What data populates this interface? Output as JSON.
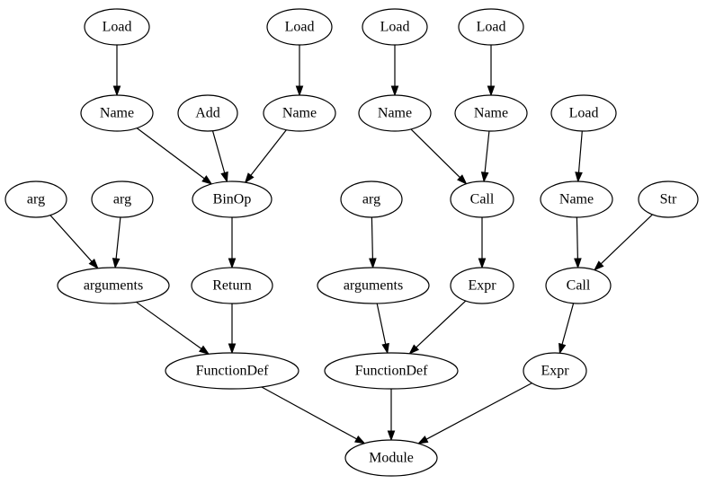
{
  "nodes": [
    {
      "id": "n_load1",
      "label": "Load"
    },
    {
      "id": "n_load2",
      "label": "Load"
    },
    {
      "id": "n_load3",
      "label": "Load"
    },
    {
      "id": "n_load4",
      "label": "Load"
    },
    {
      "id": "n_name1",
      "label": "Name"
    },
    {
      "id": "n_add",
      "label": "Add"
    },
    {
      "id": "n_name2",
      "label": "Name"
    },
    {
      "id": "n_name3",
      "label": "Name"
    },
    {
      "id": "n_name4",
      "label": "Name"
    },
    {
      "id": "n_load5",
      "label": "Load"
    },
    {
      "id": "n_arg1",
      "label": "arg"
    },
    {
      "id": "n_arg2",
      "label": "arg"
    },
    {
      "id": "n_binop",
      "label": "BinOp"
    },
    {
      "id": "n_arg3",
      "label": "arg"
    },
    {
      "id": "n_call1",
      "label": "Call"
    },
    {
      "id": "n_name5",
      "label": "Name"
    },
    {
      "id": "n_str",
      "label": "Str"
    },
    {
      "id": "n_arguments1",
      "label": "arguments"
    },
    {
      "id": "n_return",
      "label": "Return"
    },
    {
      "id": "n_arguments2",
      "label": "arguments"
    },
    {
      "id": "n_expr1",
      "label": "Expr"
    },
    {
      "id": "n_call2",
      "label": "Call"
    },
    {
      "id": "n_funcdef1",
      "label": "FunctionDef"
    },
    {
      "id": "n_funcdef2",
      "label": "FunctionDef"
    },
    {
      "id": "n_expr2",
      "label": "Expr"
    },
    {
      "id": "n_module",
      "label": "Module"
    }
  ],
  "edges": [
    {
      "from": "n_load1",
      "to": "n_name1"
    },
    {
      "from": "n_load2",
      "to": "n_name2"
    },
    {
      "from": "n_load3",
      "to": "n_name3"
    },
    {
      "from": "n_load4",
      "to": "n_name4"
    },
    {
      "from": "n_name1",
      "to": "n_binop"
    },
    {
      "from": "n_add",
      "to": "n_binop"
    },
    {
      "from": "n_name2",
      "to": "n_binop"
    },
    {
      "from": "n_name3",
      "to": "n_call1"
    },
    {
      "from": "n_name4",
      "to": "n_call1"
    },
    {
      "from": "n_load5",
      "to": "n_name5"
    },
    {
      "from": "n_arg1",
      "to": "n_arguments1"
    },
    {
      "from": "n_arg2",
      "to": "n_arguments1"
    },
    {
      "from": "n_binop",
      "to": "n_return"
    },
    {
      "from": "n_arg3",
      "to": "n_arguments2"
    },
    {
      "from": "n_call1",
      "to": "n_expr1"
    },
    {
      "from": "n_name5",
      "to": "n_call2"
    },
    {
      "from": "n_str",
      "to": "n_call2"
    },
    {
      "from": "n_arguments1",
      "to": "n_funcdef1"
    },
    {
      "from": "n_return",
      "to": "n_funcdef1"
    },
    {
      "from": "n_arguments2",
      "to": "n_funcdef2"
    },
    {
      "from": "n_expr1",
      "to": "n_funcdef2"
    },
    {
      "from": "n_call2",
      "to": "n_expr2"
    },
    {
      "from": "n_funcdef1",
      "to": "n_module"
    },
    {
      "from": "n_funcdef2",
      "to": "n_module"
    },
    {
      "from": "n_expr2",
      "to": "n_module"
    }
  ]
}
